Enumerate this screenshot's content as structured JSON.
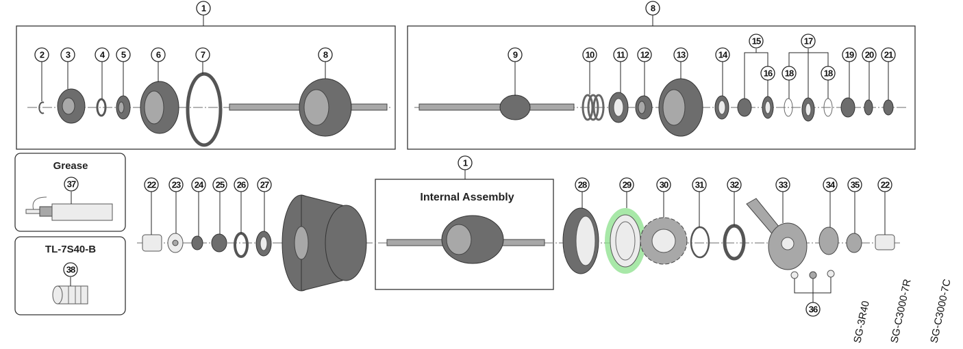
{
  "diagram": {
    "internal_assembly_title": "Internal Assembly",
    "grease_title": "Grease",
    "tool_title": "TL-7S40-B",
    "highlight_color": "#8be08b",
    "models": [
      "SG-3R40",
      "SG-C3000-7R",
      "SG-C3000-7C"
    ]
  },
  "callouts": {
    "c1": "1",
    "c2": "2",
    "c3": "3",
    "c4": "4",
    "c5": "5",
    "c6": "6",
    "c7": "7",
    "c8": "8",
    "c9": "9",
    "c10": "10",
    "c11": "11",
    "c12": "12",
    "c13": "13",
    "c14": "14",
    "c15": "15",
    "c16": "16",
    "c17": "17",
    "c18": "18",
    "c19": "19",
    "c20": "20",
    "c21": "21",
    "c22": "22",
    "c23": "23",
    "c24": "24",
    "c25": "25",
    "c26": "26",
    "c27": "27",
    "c28": "28",
    "c29": "29",
    "c30": "30",
    "c31": "31",
    "c32": "32",
    "c33": "33",
    "c34": "34",
    "c35": "35",
    "c36": "36",
    "c37": "37",
    "c38": "38"
  }
}
